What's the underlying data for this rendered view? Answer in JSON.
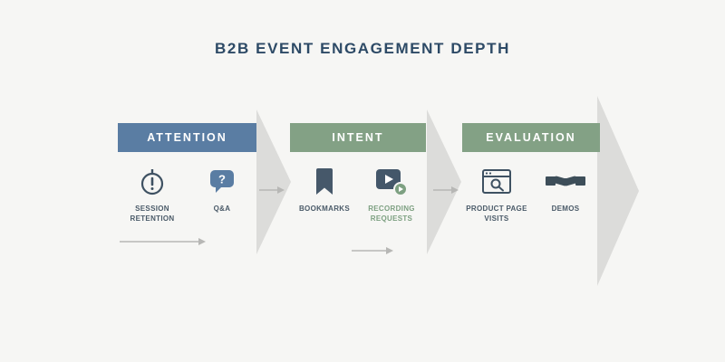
{
  "title": "B2B EVENT ENGAGEMENT DEPTH",
  "colors": {
    "background": "#f6f6f4",
    "title": "#2d4a66",
    "attention_header": "#5a7da3",
    "intent_header": "#83a185",
    "evaluation_header": "#83a185",
    "chevron": "#dcdcda",
    "icon_dark": "#3e5162",
    "label": "#4a5a68",
    "accent_green": "#7da081",
    "flow_arrow": "#b7b7b5"
  },
  "stages": [
    {
      "label": "ATTENTION",
      "items": [
        {
          "icon": "clock-icon",
          "label": "SESSION RETENTION"
        },
        {
          "icon": "question-bubble-icon",
          "label": "Q&A"
        }
      ]
    },
    {
      "label": "INTENT",
      "items": [
        {
          "icon": "bookmark-icon",
          "label": "BOOKMARKS"
        },
        {
          "icon": "recording-icon",
          "label": "RECORDING REQUESTS"
        }
      ]
    },
    {
      "label": "EVALUATION",
      "items": [
        {
          "icon": "browser-search-icon",
          "label": "PRODUCT PAGE VISITS"
        },
        {
          "icon": "handshake-icon",
          "label": "DEMOS"
        }
      ]
    }
  ]
}
